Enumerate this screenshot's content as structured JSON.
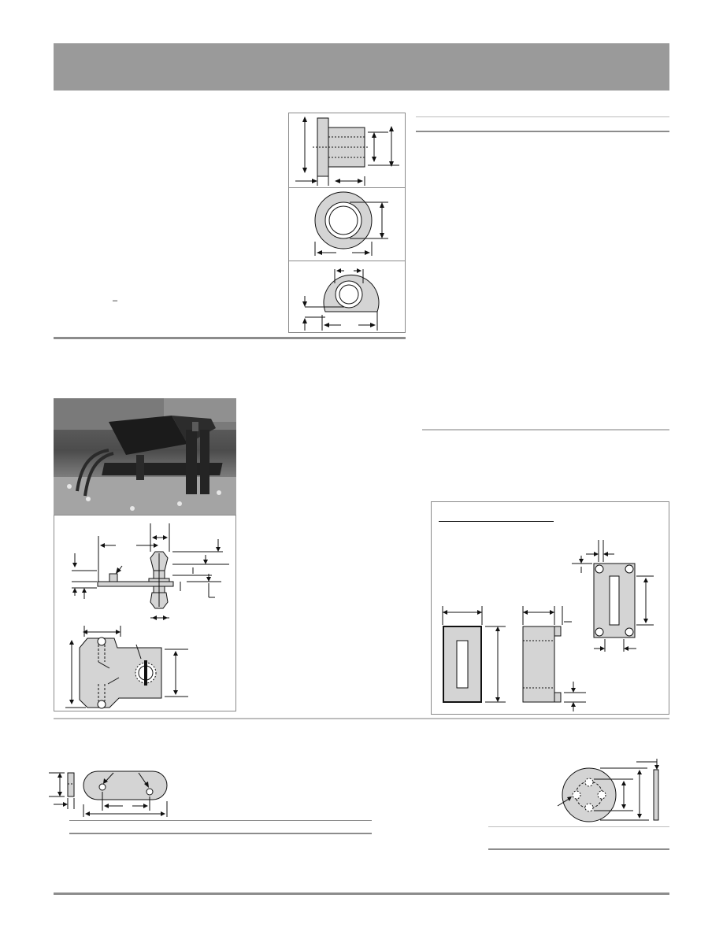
{
  "page": {
    "header_band_color": "#9a9a9a",
    "rule_color": "#8c8c8c",
    "part_fill_color": "#d4d4d4",
    "line_color": "#111111"
  },
  "text": {
    "minus_sign": "–"
  },
  "icons": {
    "flanged_bushing_side": "flanged-bushing-side-view",
    "flanged_bushing_end": "flanged-bushing-end-view",
    "truncated_washer": "truncated-washer-view",
    "led_spacer_photo": "led-mounting-spacer-photo",
    "led_spacer_side": "led-spacer-side-dimension-drawing",
    "led_spacer_top": "led-spacer-top-dimension-drawing",
    "rect_spacer_front": "rectangular-spacer-front-view",
    "rect_spacer_side": "rectangular-spacer-side-view",
    "rect_spacer_plate": "rectangular-spacer-plate-view",
    "oval_spacer": "oval-spacer-views",
    "round_spacer": "round-spacer-views"
  }
}
